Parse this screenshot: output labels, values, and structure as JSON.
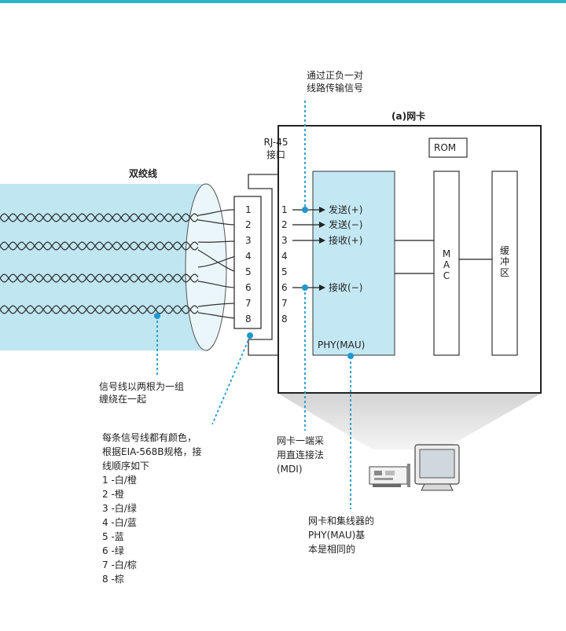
{
  "colors": {
    "top_rule": "#2bb5c3",
    "cable_fill": "#bfe6f1",
    "phy_fill": "#c3e8f3",
    "dot": "#1f97cf",
    "line": "#222222"
  },
  "cable": {
    "label": "双绞线"
  },
  "rj45": {
    "label_line1": "RJ-45",
    "label_line2": "接口"
  },
  "cable_pins": [
    "1",
    "2",
    "3",
    "4",
    "5",
    "6",
    "7",
    "8"
  ],
  "nic": {
    "title": "(a)网卡",
    "pins": [
      "1",
      "2",
      "3",
      "4",
      "5",
      "6",
      "7",
      "8"
    ],
    "signals": [
      "发送(+)",
      "发送(−)",
      "接收(+)",
      "接收(−)"
    ],
    "phy_label": "PHY(MAU)",
    "rom": "ROM",
    "mac": "MAC",
    "buffer": "缓冲区"
  },
  "annotations": {
    "top": [
      "通过正负一对",
      "线路传输信号"
    ],
    "pair": [
      "信号线以两根为一组",
      "缠绕在一起"
    ],
    "colors_note": [
      "每条信号线都有颜色，",
      "根据EIA-568B规格，接",
      "线顺序如下",
      "1 -白/橙",
      "2 -橙",
      "3 -白/绿",
      "4 -白/蓝",
      "5 -蓝",
      "6 -绿",
      "7 -白/棕",
      "8 -棕"
    ],
    "mdi": [
      "网卡一端采",
      "用直连接法",
      "(MDI)"
    ],
    "phy": [
      "网卡和集线器的",
      "PHY(MAU)基",
      "本是相同的"
    ]
  },
  "icons": [
    "network-card-icon",
    "computer-monitor-icon"
  ]
}
